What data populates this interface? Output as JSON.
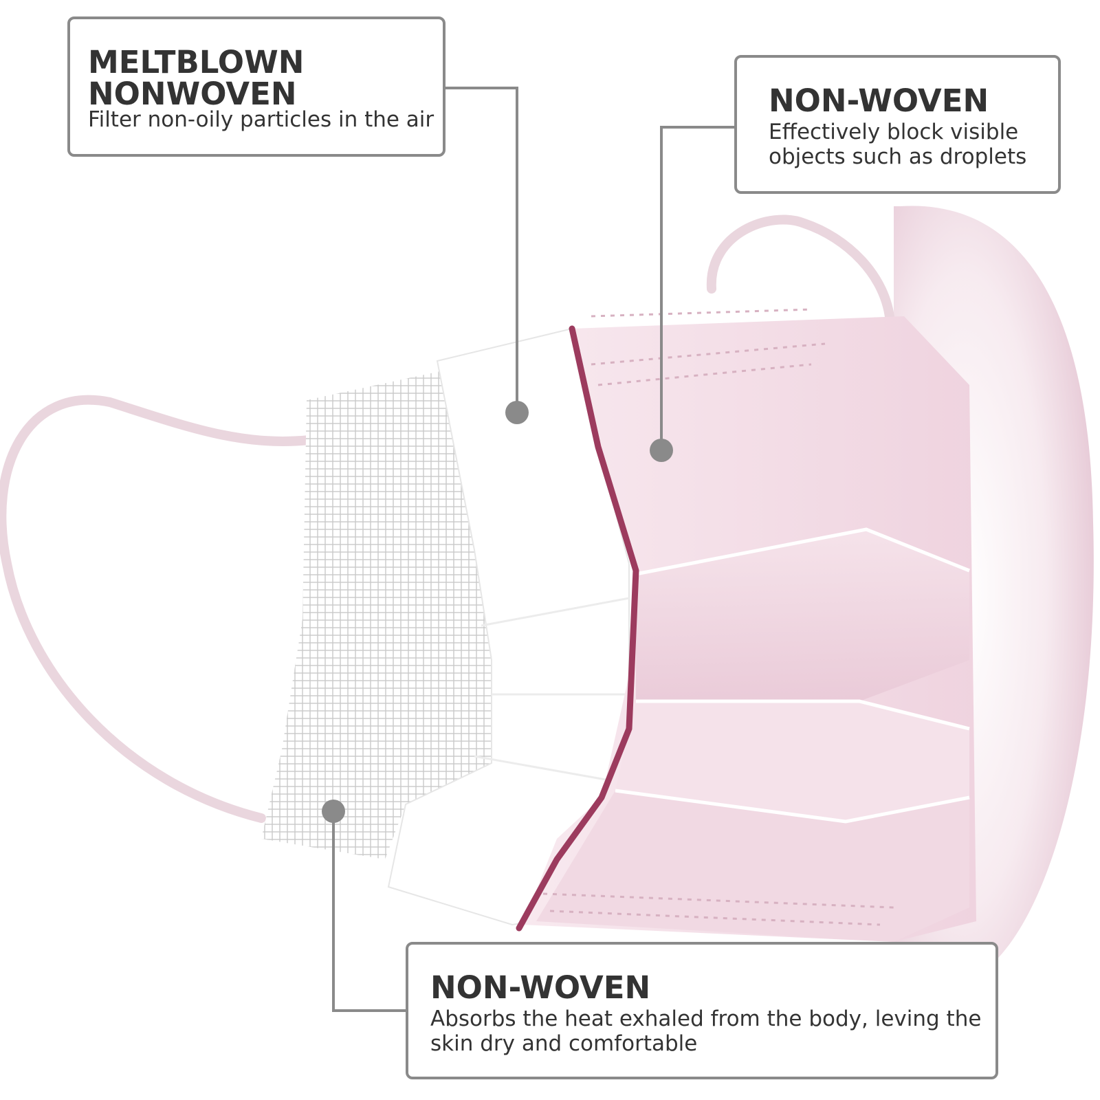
{
  "colors": {
    "connector": "#8a8a8a",
    "mask_pink": "#f3dfe7",
    "mask_edge": "#9c3b5e",
    "text": "#333333"
  },
  "callouts": {
    "meltblown": {
      "title_line1": "MELTBLOWN",
      "title_line2": "NONWOVEN",
      "description": "Filter non-oily particles in the air"
    },
    "outer_layer": {
      "title": "NON-WOVEN",
      "description_line1": "Effectively block visible",
      "description_line2": "objects such as droplets"
    },
    "inner_layer": {
      "title": "NON-WOVEN",
      "description_line1": "Absorbs the heat exhaled from the body, leving the",
      "description_line2": "skin dry and comfortable"
    }
  }
}
